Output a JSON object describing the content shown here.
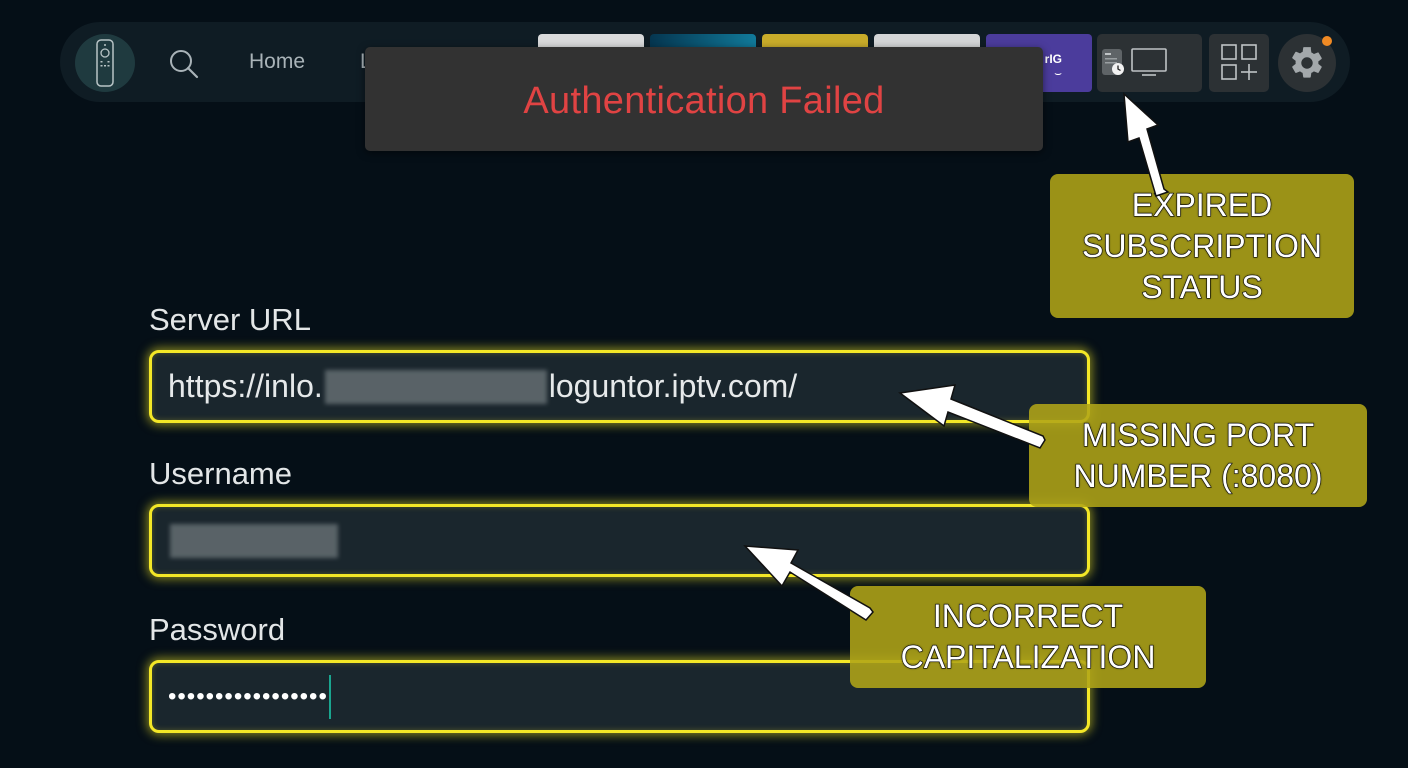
{
  "navbar": {
    "remote_icon": "remote-control-icon",
    "search_icon": "search-icon",
    "items": [
      {
        "label": "Home"
      },
      {
        "label": "L"
      }
    ],
    "app_tiles": [
      {
        "name": "app-tile-1",
        "color": "#d9dadb"
      },
      {
        "name": "app-tile-2",
        "color": "#117a9a"
      },
      {
        "name": "app-tile-3",
        "color": "#c8ac2a"
      },
      {
        "name": "app-tile-4",
        "color": "#d4d6d7"
      },
      {
        "name": "app-tile-prime",
        "color": "#4b3c9c",
        "label": "rIG"
      }
    ],
    "live_tv_icon": "live-tv-icon",
    "apps_icon": "apps-grid-add-icon",
    "settings_icon": "gear-icon",
    "notification_color": "#f08a24"
  },
  "toast": {
    "message": "Authentication Failed",
    "color": "#e04343"
  },
  "form": {
    "server_url": {
      "label": "Server URL",
      "value_prefix": "https://inlo.",
      "value_suffix": "loguntor.iptv.com/"
    },
    "username": {
      "label": "Username",
      "value": "[blurred]"
    },
    "password": {
      "label": "Password",
      "value": "•••••••••••••••••"
    },
    "highlight_color": "#f3e727"
  },
  "callouts": [
    {
      "text": "EXPIRED\nSUBSCRIPTION\nSTATUS",
      "line1": "EXPIRED",
      "line2": "SUBSCRIPTION",
      "line3": "STATUS"
    },
    {
      "text": "MISSING PORT\nNUMBER (:8080)",
      "line1": "MISSING PORT",
      "line2": "NUMBER (:8080)"
    },
    {
      "text": "INCORRECT\nCAPITALIZATION",
      "line1": "INCORRECT",
      "line2": "CAPITALIZATION"
    }
  ]
}
